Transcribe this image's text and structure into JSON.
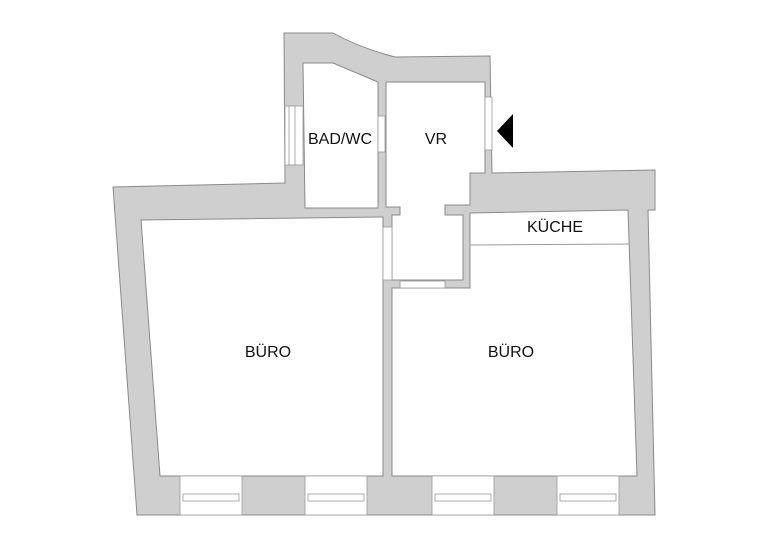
{
  "plan": {
    "rooms": [
      {
        "id": "bad",
        "label": "BAD/WC"
      },
      {
        "id": "vr",
        "label": "VR"
      },
      {
        "id": "kueche",
        "label": "KÜCHE"
      },
      {
        "id": "buero1",
        "label": "BÜRO"
      },
      {
        "id": "buero2",
        "label": "BÜRO"
      }
    ],
    "entrance_icon": "entrance-arrow-icon",
    "colors": {
      "wall": "#cfcfcf",
      "outline": "#8a8a8a",
      "room": "#ffffff"
    }
  }
}
